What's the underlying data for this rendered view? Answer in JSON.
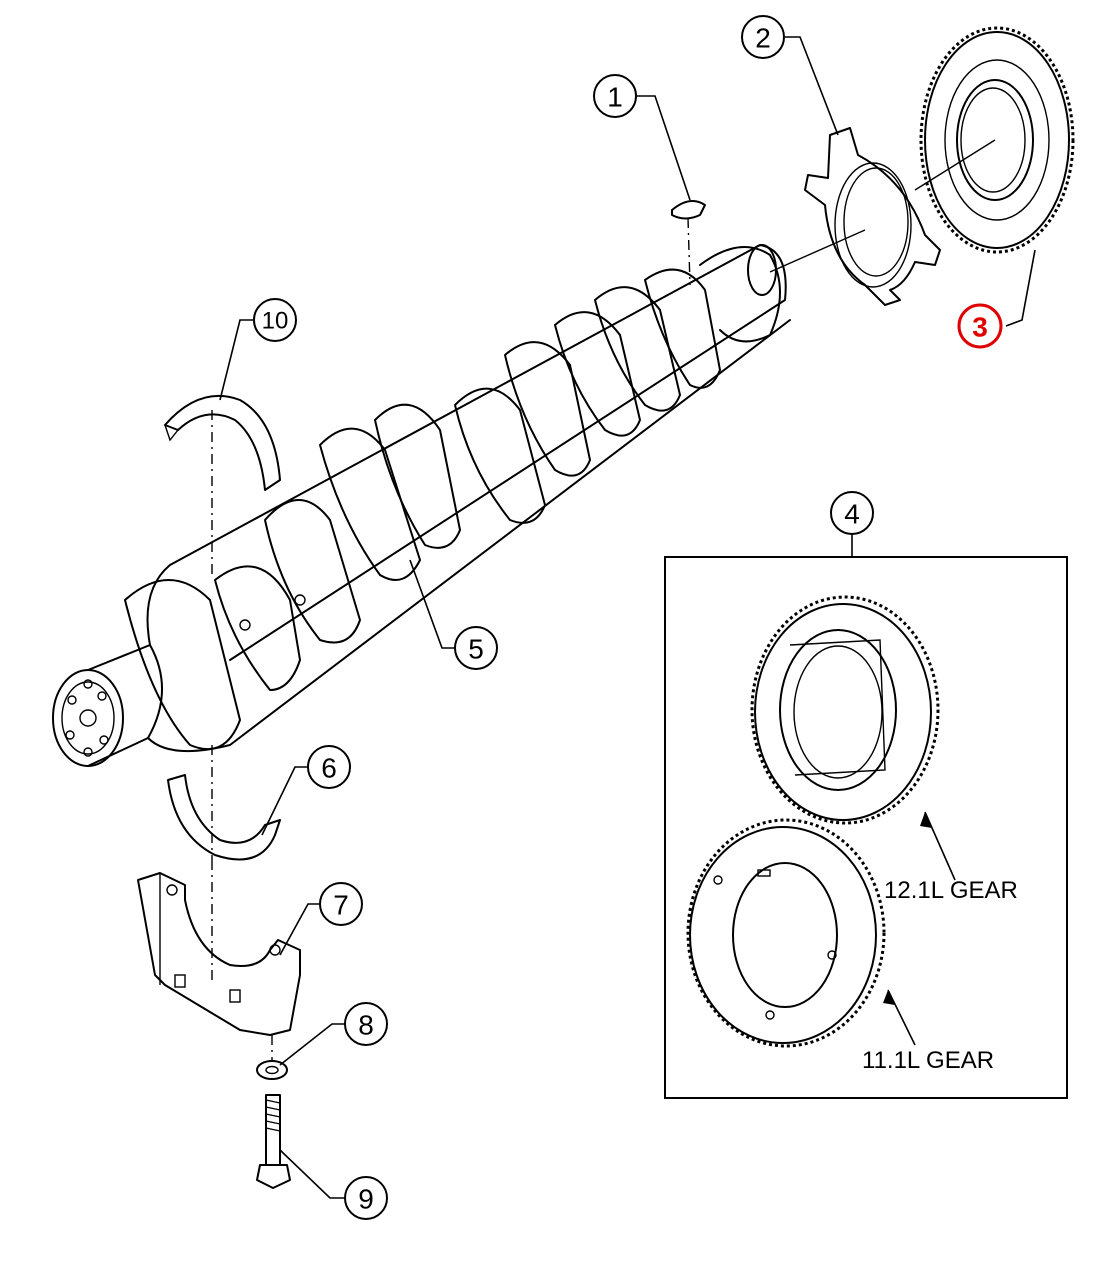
{
  "callouts": [
    {
      "id": "1",
      "label": "1",
      "highlighted": false
    },
    {
      "id": "2",
      "label": "2",
      "highlighted": false
    },
    {
      "id": "3",
      "label": "3",
      "highlighted": true
    },
    {
      "id": "4",
      "label": "4",
      "highlighted": false
    },
    {
      "id": "5",
      "label": "5",
      "highlighted": false
    },
    {
      "id": "6",
      "label": "6",
      "highlighted": false
    },
    {
      "id": "7",
      "label": "7",
      "highlighted": false
    },
    {
      "id": "8",
      "label": "8",
      "highlighted": false
    },
    {
      "id": "9",
      "label": "9",
      "highlighted": false
    },
    {
      "id": "10",
      "label": "10",
      "highlighted": false
    }
  ],
  "inset": {
    "gear_12_label": "12.1L GEAR",
    "gear_11_label": "11.1L GEAR"
  },
  "colors": {
    "line": "#000000",
    "highlight": "#e00000",
    "background": "#ffffff"
  }
}
